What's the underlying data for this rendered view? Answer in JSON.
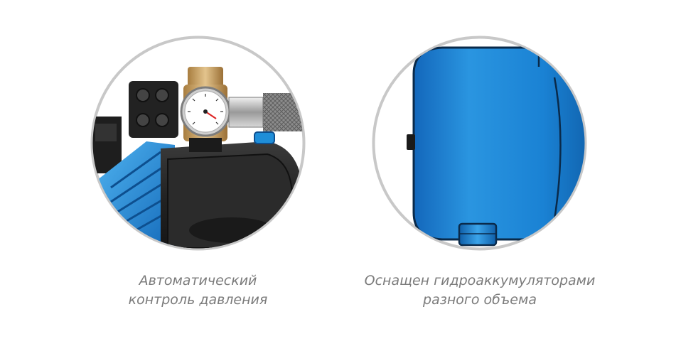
{
  "features": [
    {
      "id": "pressure-control",
      "caption_line1": "Автоматический",
      "caption_line2": "контроль давления",
      "icon": "pump-pressure-gauge-illustration"
    },
    {
      "id": "accumulator",
      "caption_line1": "Оснащен гидроаккумуляторами",
      "caption_line2": "разного объема",
      "icon": "blue-accumulator-tank-illustration"
    }
  ],
  "colors": {
    "ring": "#c8c8c8",
    "caption_text": "#7b7b7b",
    "pump_blue": "#1f8ed8",
    "pump_dark": "#2a2a2a",
    "tank_blue": "#1a7fd2",
    "brass": "#c9a46a"
  }
}
